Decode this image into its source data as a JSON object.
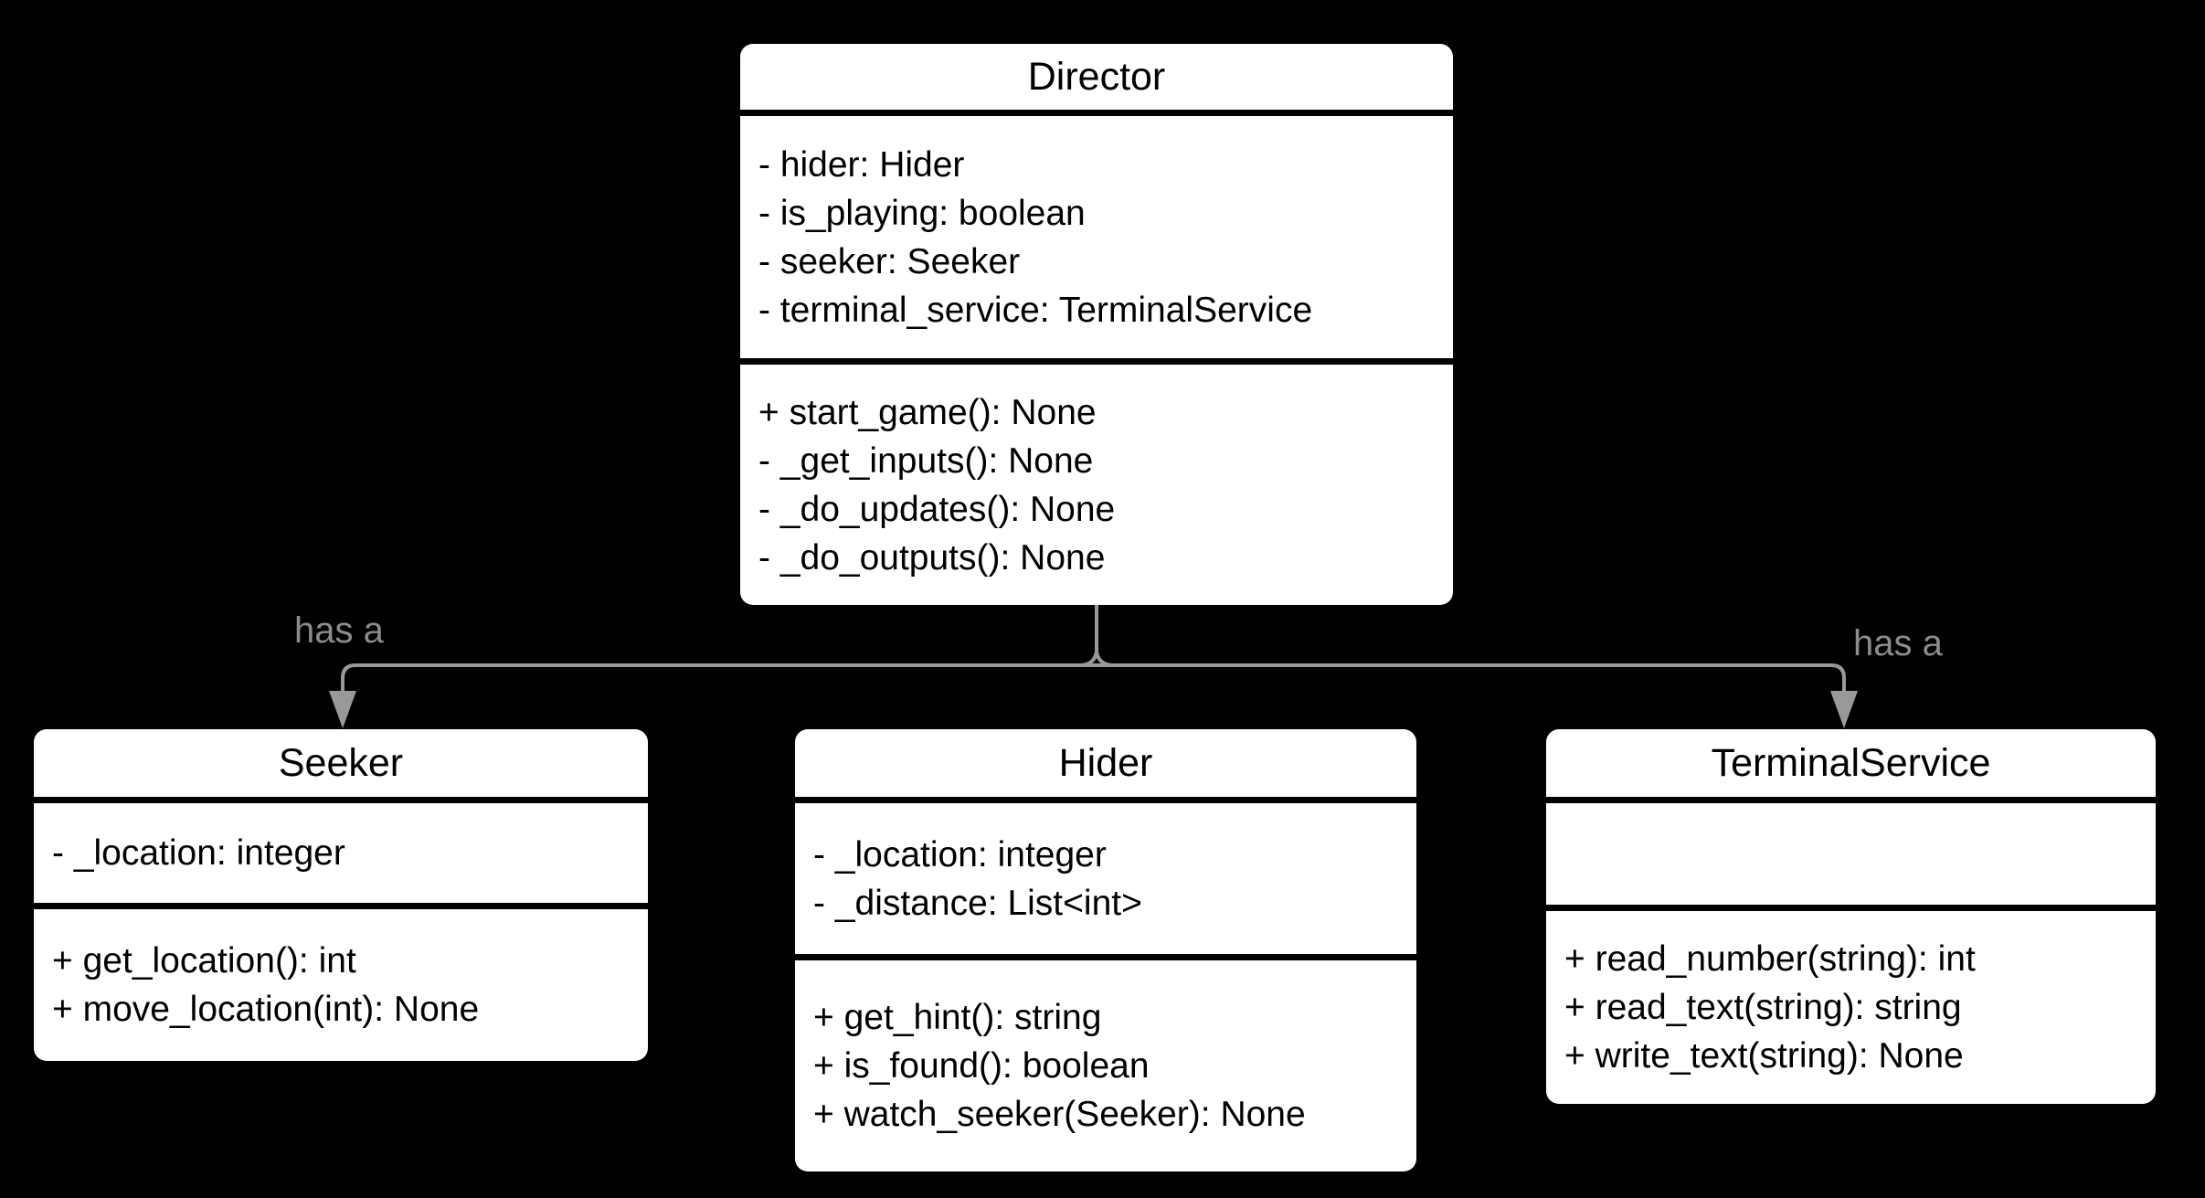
{
  "colors": {
    "background": "#000000",
    "box_fill": "#ffffff",
    "box_text": "#000000",
    "separator": "#000000",
    "connector": "#999999",
    "connector_label": "#8c8c8c"
  },
  "classes": [
    {
      "name": "Director",
      "attributes": [
        "- hider: Hider",
        "- is_playing: boolean",
        "- seeker: Seeker",
        "- terminal_service: TerminalService"
      ],
      "methods": [
        "+ start_game(): None",
        "- _get_inputs(): None",
        "- _do_updates(): None",
        "- _do_outputs(): None"
      ]
    },
    {
      "name": "Seeker",
      "attributes": [
        "- _location: integer"
      ],
      "methods": [
        "+ get_location(): int",
        "+ move_location(int): None"
      ]
    },
    {
      "name": "Hider",
      "attributes": [
        "- _location: integer",
        "- _distance: List<int>"
      ],
      "methods": [
        "+ get_hint(): string",
        "+ is_found(): boolean",
        "+ watch_seeker(Seeker): None"
      ]
    },
    {
      "name": "TerminalService",
      "attributes": [],
      "methods": [
        "+ read_number(string): int",
        "+ read_text(string): string",
        "+ write_text(string): None"
      ]
    }
  ],
  "connectors": {
    "left_label": "has a",
    "right_label": "has a"
  }
}
